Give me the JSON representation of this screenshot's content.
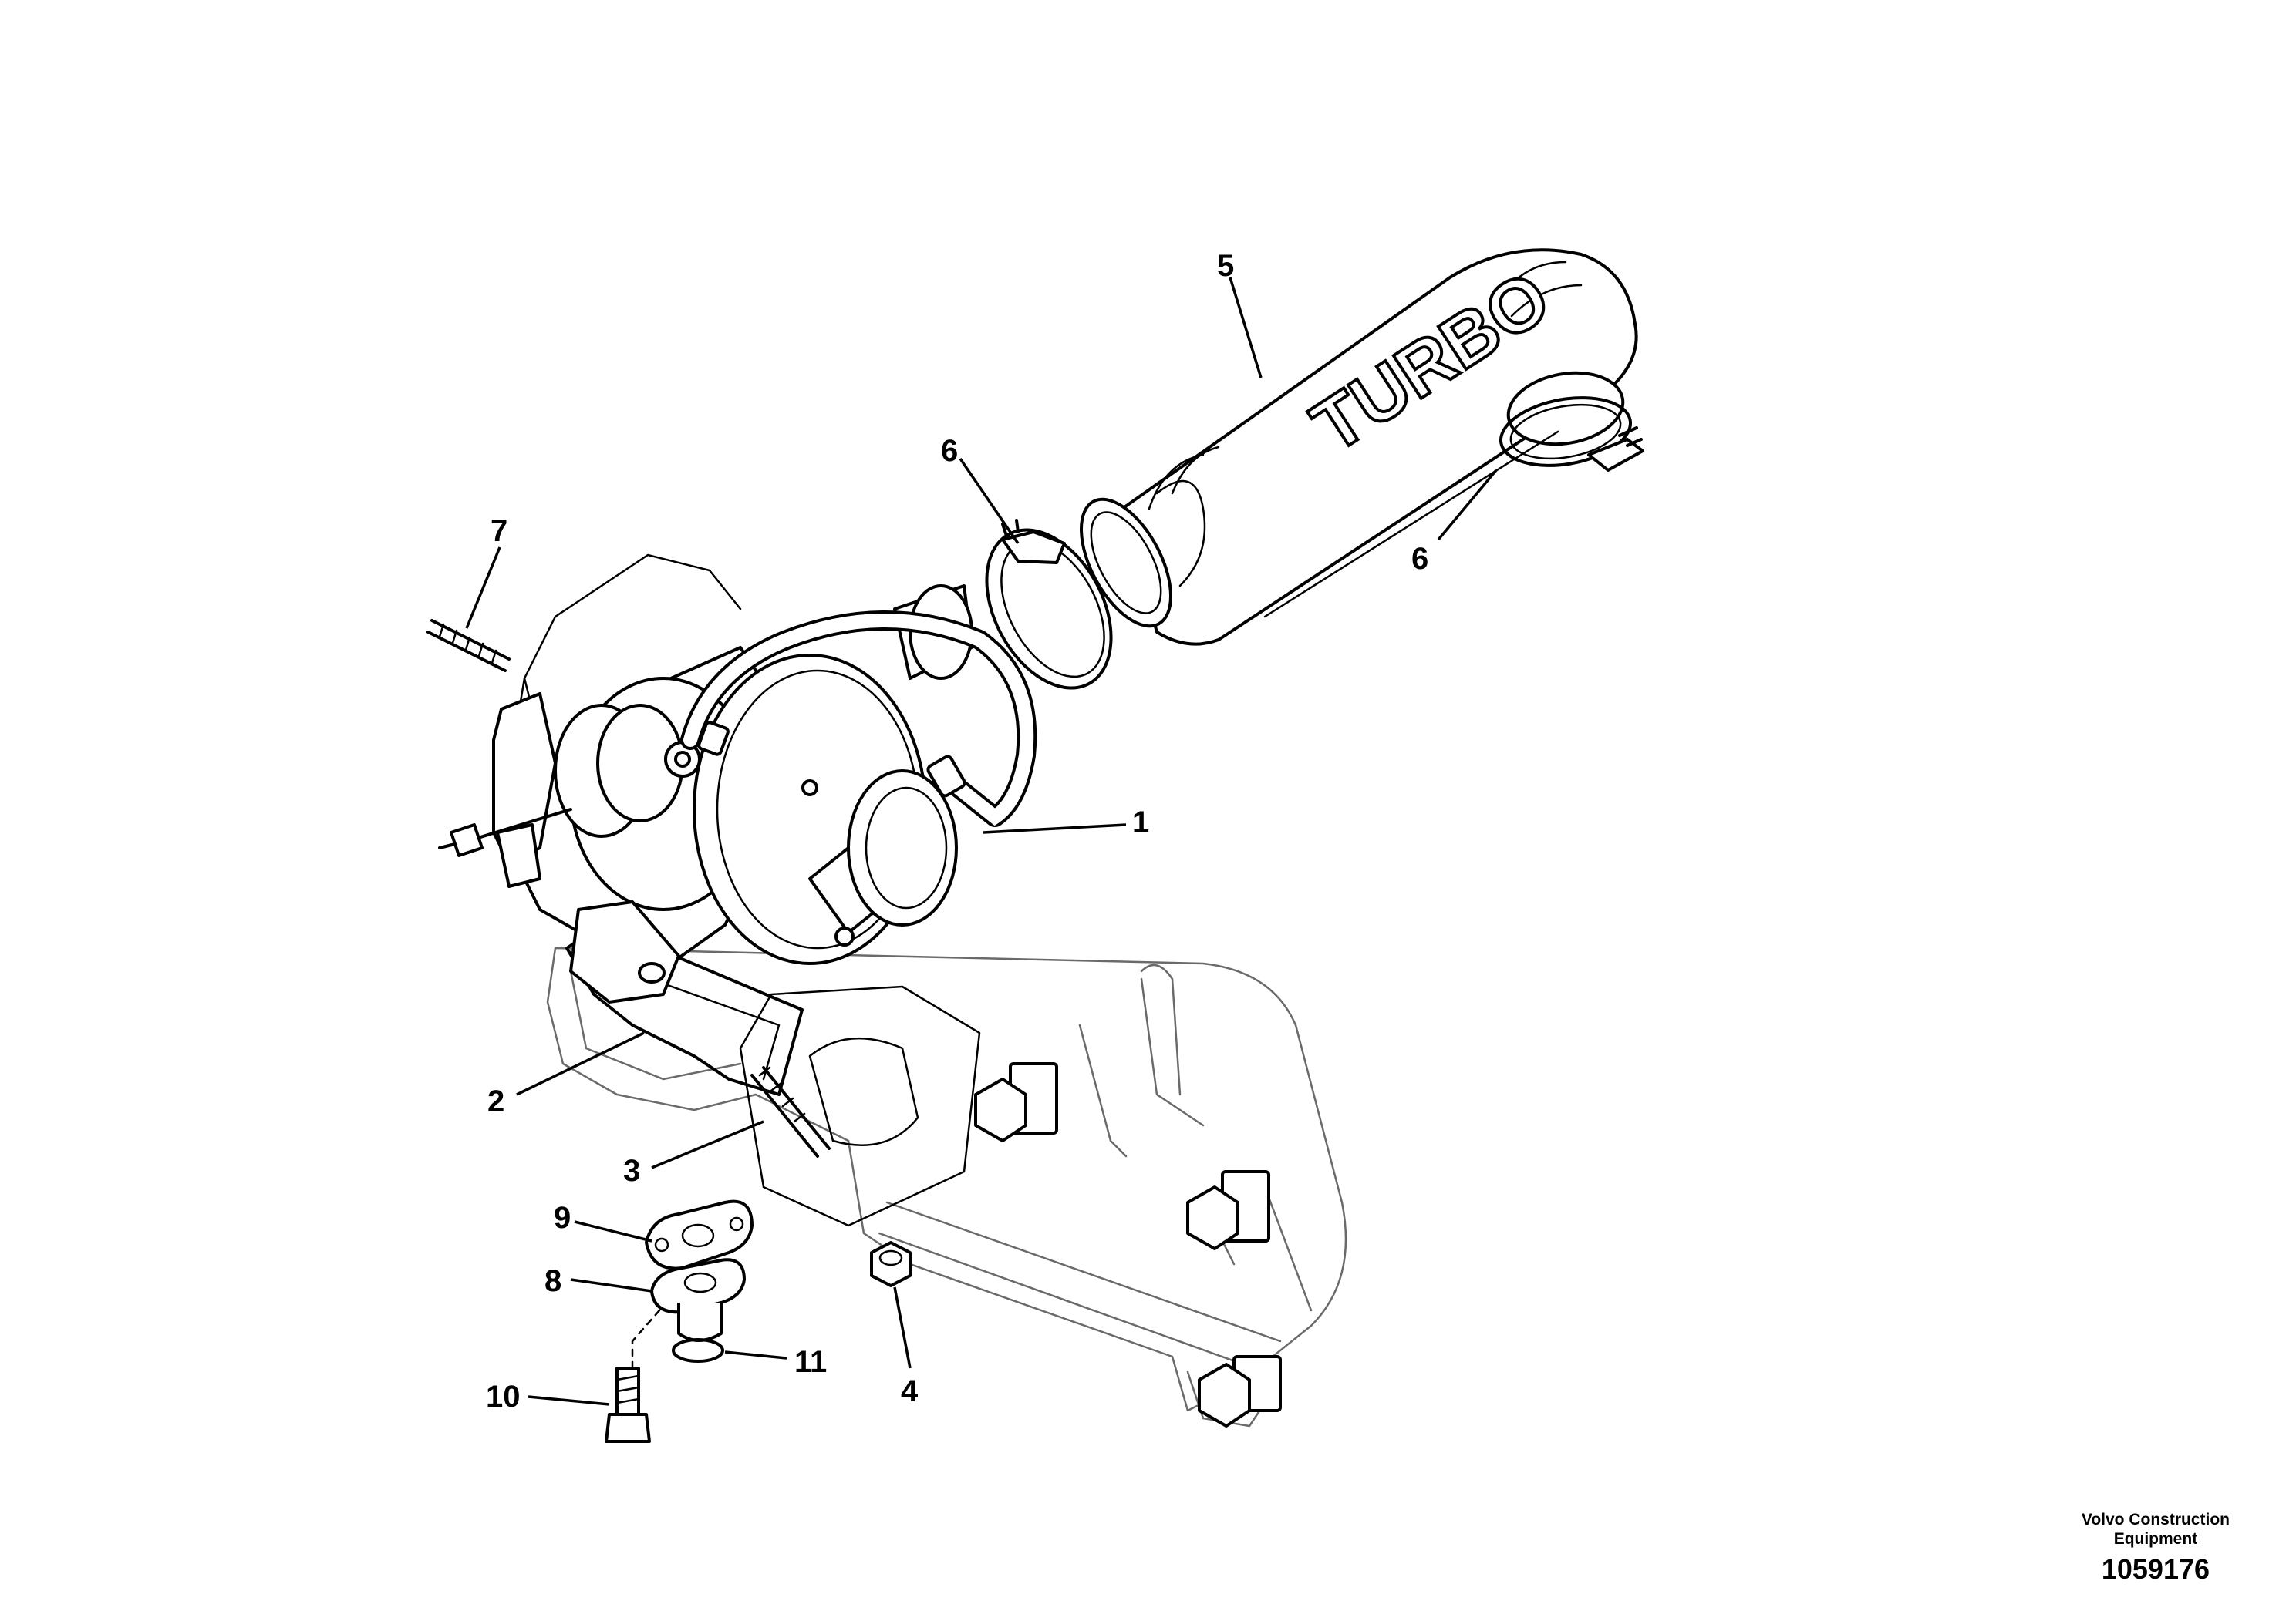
{
  "callouts": {
    "c1": "1",
    "c2": "2",
    "c3": "3",
    "c4": "4",
    "c5": "5",
    "c6a": "6",
    "c6b": "6",
    "c7": "7",
    "c8": "8",
    "c9": "9",
    "c10": "10",
    "c11": "11"
  },
  "pipe_lettering": "TURBO",
  "footer": {
    "line1": "Volvo Construction",
    "line2": "Equipment",
    "figure_number": "1059176"
  }
}
